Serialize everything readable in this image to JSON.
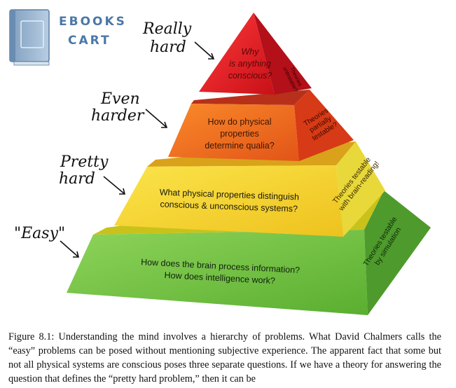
{
  "logo": {
    "line1": "EBOOKS",
    "line2": "CART",
    "icon": "book-icon"
  },
  "levels": [
    {
      "label": "Really hard",
      "question": "Why is anything conscious?",
      "side": "Theories untestable?"
    },
    {
      "label": "Even harder",
      "question": "How do physical properties determine qualia?",
      "side": "Theories partially testable?"
    },
    {
      "label": "Pretty hard",
      "question": "What physical properties distinguish conscious & unconscious systems?",
      "side": "Theories testable with brain-reading!"
    },
    {
      "label": "\"Easy\"",
      "question": "How does the brain process information? How does intelligence work?",
      "side": "Theories testable by simulation"
    }
  ],
  "colors": {
    "top": "#e0202a",
    "upper": "#ee6a1e",
    "middle": "#f5d52a",
    "bottom": "#6ec03f"
  },
  "caption": "Figure 8.1: Understanding the mind involves a hierarchy of problems. What David Chalmers calls the “easy” problems can be posed without mentioning subjective experience. The apparent fact that some but not all physical systems are conscious poses three separate questions. If we have a theory for answering the question that defines the “pretty hard problem,” then it can be"
}
